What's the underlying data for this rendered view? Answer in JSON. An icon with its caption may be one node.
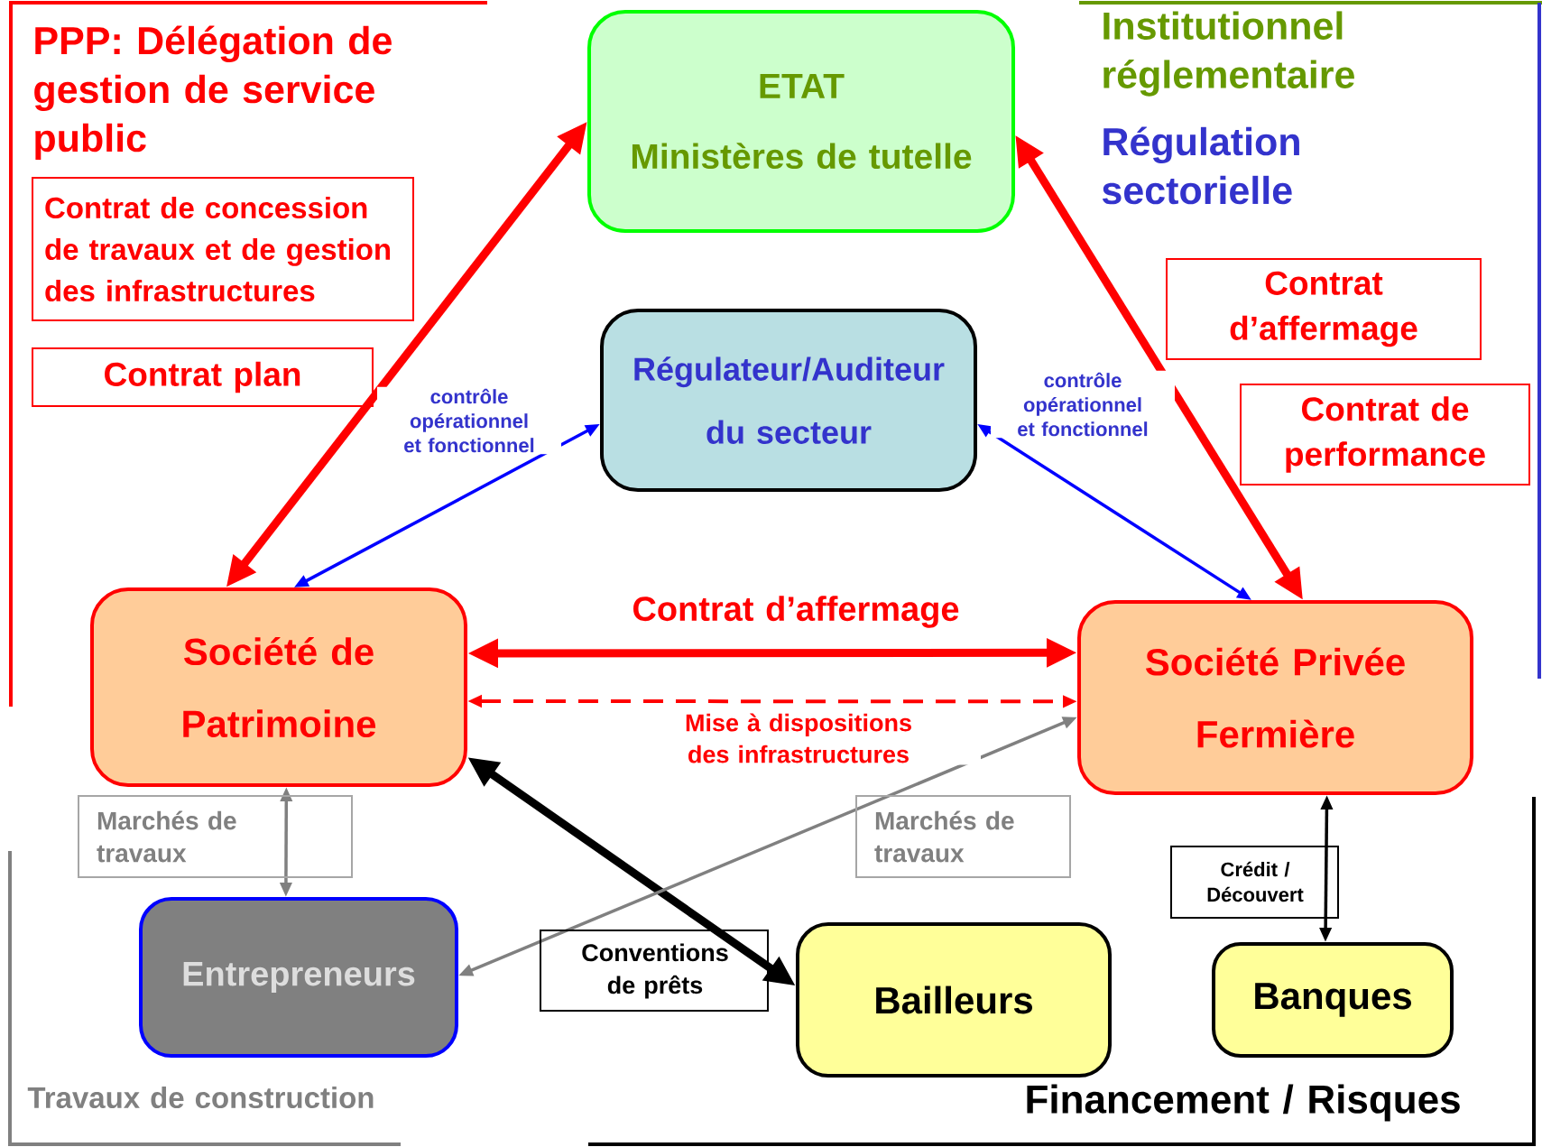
{
  "diagram": {
    "nodes": [
      {
        "text": [
          "ETAT",
          "Ministères de tutelle"
        ]
      },
      {
        "text": [
          "Régulateur/Auditeur du secteur"
        ]
      },
      {
        "text": [
          "Société de Patrimoine"
        ]
      },
      {
        "text": [
          "Société Privée Fermière"
        ]
      },
      {
        "text": [
          "Entrepreneurs"
        ]
      },
      {
        "text": [
          "Bailleurs"
        ]
      },
      {
        "text": [
          "Banques"
        ]
      },
      {
        "text": [
          "Contrat de concession de travaux et de gestion des infrastructures"
        ]
      },
      {
        "text": [
          "Contrat plan"
        ]
      },
      {
        "text": [
          "Contrat d’affermage"
        ]
      },
      {
        "text": [
          "Contrat de performance"
        ]
      }
    ],
    "edges": [
      {
        "from": 2,
        "to": 0,
        "arrow": "both",
        "style": "thick"
      },
      {
        "from": 0,
        "to": 3,
        "arrow": "both",
        "style": "thick"
      },
      {
        "from": 2,
        "to": 1,
        "arrow": "both",
        "label": "contrôle opérationnel et fonctionnel",
        "color": "#0000ff"
      },
      {
        "from": 1,
        "to": 3,
        "arrow": "both",
        "label": "contrôle opérationnel et fonctionnel",
        "color": "#0000ff"
      },
      {
        "from": 2,
        "to": 3,
        "arrow": "both",
        "label": "Contrat d’affermage",
        "style": "thick"
      },
      {
        "from": 2,
        "to": 3,
        "arrow": "both",
        "label": "Mise à dispositions des infrastructures",
        "style": "dashed"
      },
      {
        "from": 2,
        "to": 5,
        "arrow": "both",
        "label": "Conventions de prêts",
        "style": "thick",
        "color": "#000000"
      },
      {
        "from": 3,
        "to": 4,
        "arrow": "both",
        "label": "Marchés de travaux",
        "color": "#808080"
      },
      {
        "from": 2,
        "to": 4,
        "arrow": "both",
        "label": "Marchés de travaux",
        "color": "#808080"
      },
      {
        "from": 3,
        "to": 6,
        "arrow": "both",
        "label": "Crédit / Découvert",
        "color": "#000000"
      }
    ],
    "labels": [
      "PPP: Délégation de gestion de service public",
      "Institutionnel réglementaire",
      "Régulation sectorielle",
      "Travaux de construction",
      "Financement / Risques"
    ]
  }
}
